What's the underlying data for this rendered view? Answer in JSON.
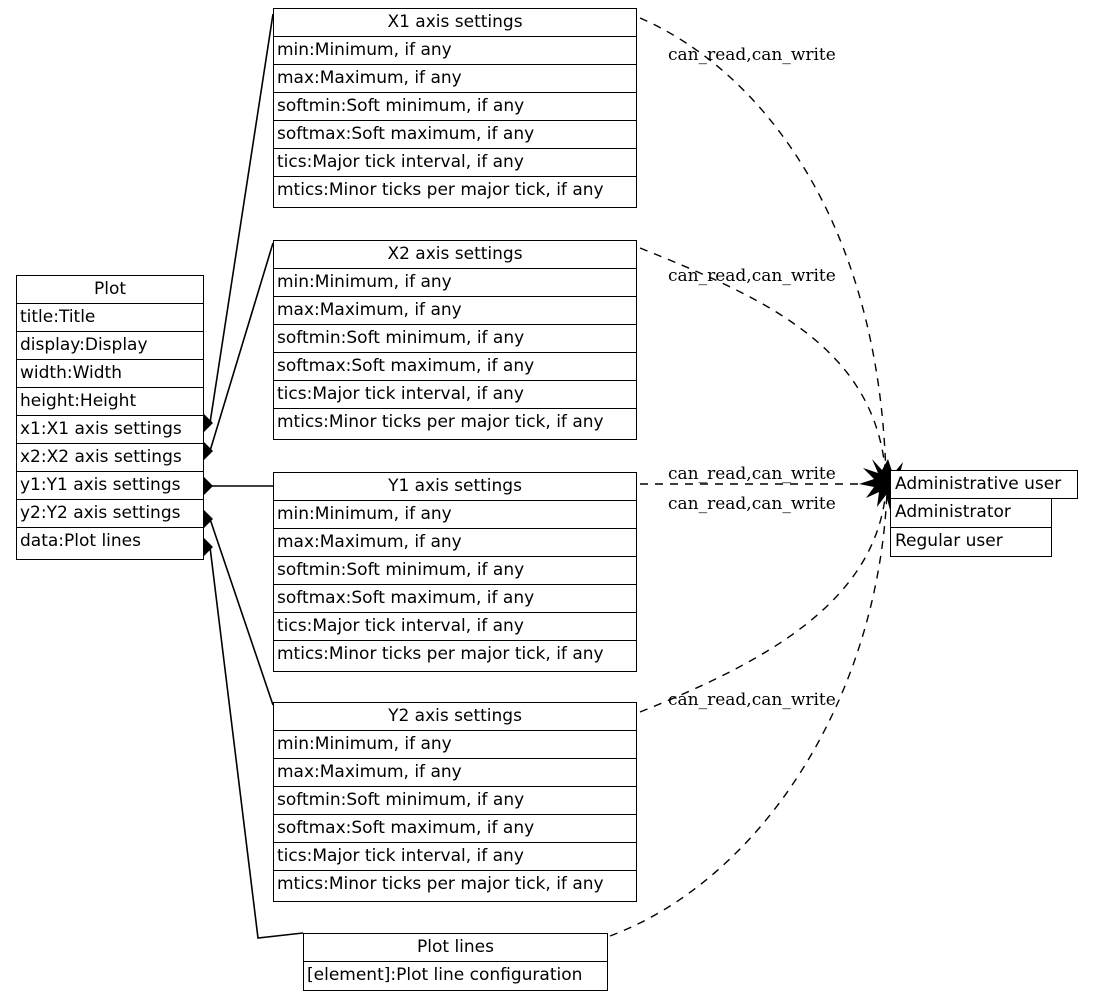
{
  "diagram": {
    "type": "uml-class-diagram",
    "background": "#ffffff",
    "stroke": "#000000"
  },
  "axis_rows": {
    "min": "min:Minimum, if any",
    "max": "max:Maximum, if any",
    "softmin": "softmin:Soft minimum, if any",
    "softmax": "softmax:Soft maximum, if any",
    "tics": "tics:Major tick interval, if any",
    "mtics": "mtics:Minor ticks per major tick, if any"
  },
  "plot": {
    "title": "Plot",
    "rows": [
      "title:Title",
      "display:Display",
      "width:Width",
      "height:Height",
      "x1:X1 axis settings",
      "x2:X2 axis settings",
      "y1:Y1 axis settings",
      "y2:Y2 axis settings",
      "data:Plot lines"
    ]
  },
  "x1_axis": {
    "title": "X1 axis settings",
    "rows": [
      "min:Minimum, if any",
      "max:Maximum, if any",
      "softmin:Soft minimum, if any",
      "softmax:Soft maximum, if any",
      "tics:Major tick interval, if any",
      "mtics:Minor ticks per major tick, if any"
    ]
  },
  "x2_axis": {
    "title": "X2 axis settings",
    "rows": [
      "min:Minimum, if any",
      "max:Maximum, if any",
      "softmin:Soft minimum, if any",
      "softmax:Soft maximum, if any",
      "tics:Major tick interval, if any",
      "mtics:Minor ticks per major tick, if any"
    ]
  },
  "y1_axis": {
    "title": "Y1 axis settings",
    "rows": [
      "min:Minimum, if any",
      "max:Maximum, if any",
      "softmin:Soft minimum, if any",
      "softmax:Soft maximum, if any",
      "tics:Major tick interval, if any",
      "mtics:Minor ticks per major tick, if any"
    ]
  },
  "y2_axis": {
    "title": "Y2 axis settings",
    "rows": [
      "min:Minimum, if any",
      "max:Maximum, if any",
      "softmin:Soft minimum, if any",
      "softmax:Soft maximum, if any",
      "tics:Major tick interval, if any",
      "mtics:Minor ticks per major tick, if any"
    ]
  },
  "plot_lines": {
    "title": "Plot lines",
    "rows": [
      "[element]:Plot line configuration"
    ]
  },
  "admin_user": {
    "title": "Administrative user",
    "rows": [
      "Administrator",
      "Regular user"
    ]
  },
  "edge_labels": {
    "x1": "can_read,can_write",
    "x2": "can_read,can_write",
    "y1": "can_read,can_write",
    "y2": "can_read,can_write",
    "plot_lines": "can_read,can_write"
  }
}
